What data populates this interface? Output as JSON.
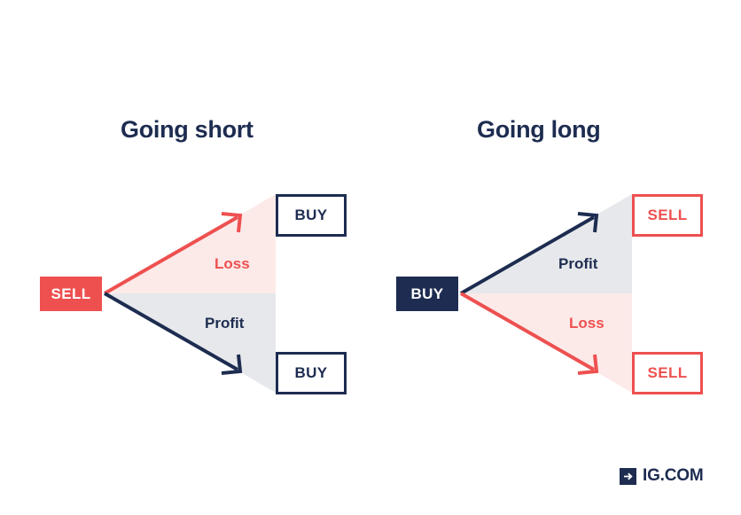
{
  "colors": {
    "navy": "#1d2c50",
    "red": "#ee5050",
    "loss_fill": "#fceae9",
    "profit_fill": "#e6e8eb",
    "background": "#ffffff"
  },
  "panels": [
    {
      "id": "going-short",
      "title": "Going short",
      "origin": {
        "label": "SELL",
        "style": "fill-red"
      },
      "upper": {
        "region_label": "Loss",
        "region_fill": "#fceae9",
        "arrow_color": "#ee5050",
        "target_label": "BUY",
        "target_style": "outline-navy"
      },
      "lower": {
        "region_label": "Profit",
        "region_fill": "#e6e8eb",
        "arrow_color": "#1d2c50",
        "target_label": "BUY",
        "target_style": "outline-navy"
      }
    },
    {
      "id": "going-long",
      "title": "Going long",
      "origin": {
        "label": "BUY",
        "style": "fill-navy"
      },
      "upper": {
        "region_label": "Profit",
        "region_fill": "#e6e8eb",
        "arrow_color": "#1d2c50",
        "target_label": "SELL",
        "target_style": "outline-red"
      },
      "lower": {
        "region_label": "Loss",
        "region_fill": "#fceae9",
        "arrow_color": "#ee5050",
        "target_label": "SELL",
        "target_style": "outline-red"
      }
    }
  ],
  "logo": {
    "text": "IG.COM",
    "mark_icon": "arrow-right-icon"
  },
  "chart_data": {
    "type": "diagram",
    "title": "Going short vs Going long",
    "description": "Two mirrored fan diagrams showing profit and loss outcomes for short and long trades",
    "panels": [
      {
        "name": "Going short",
        "entry": "SELL",
        "branches": [
          {
            "direction": "up",
            "outcome": "Loss",
            "exit": "BUY",
            "color": "#ee5050"
          },
          {
            "direction": "down",
            "outcome": "Profit",
            "exit": "BUY",
            "color": "#1d2c50"
          }
        ]
      },
      {
        "name": "Going long",
        "entry": "BUY",
        "branches": [
          {
            "direction": "up",
            "outcome": "Profit",
            "exit": "SELL",
            "color": "#1d2c50"
          },
          {
            "direction": "down",
            "outcome": "Loss",
            "exit": "SELL",
            "color": "#ee5050"
          }
        ]
      }
    ]
  }
}
